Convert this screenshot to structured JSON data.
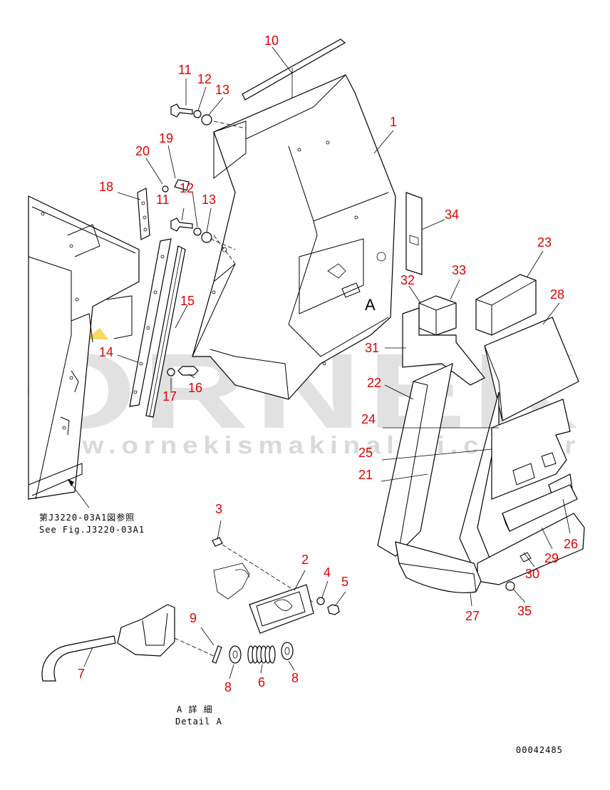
{
  "callouts": [
    {
      "id": "c10",
      "text": "10"
    },
    {
      "id": "c11a",
      "text": "11"
    },
    {
      "id": "c12a",
      "text": "12"
    },
    {
      "id": "c13a",
      "text": "13"
    },
    {
      "id": "c1",
      "text": "1"
    },
    {
      "id": "c19",
      "text": "19"
    },
    {
      "id": "c20",
      "text": "20"
    },
    {
      "id": "c18",
      "text": "18"
    },
    {
      "id": "c11b",
      "text": "11"
    },
    {
      "id": "c12b",
      "text": "12"
    },
    {
      "id": "c13b",
      "text": "13"
    },
    {
      "id": "c34",
      "text": "34"
    },
    {
      "id": "c23",
      "text": "23"
    },
    {
      "id": "c32",
      "text": "32"
    },
    {
      "id": "c33",
      "text": "33"
    },
    {
      "id": "c28",
      "text": "28"
    },
    {
      "id": "c15",
      "text": "15"
    },
    {
      "id": "c31",
      "text": "31"
    },
    {
      "id": "c14",
      "text": "14"
    },
    {
      "id": "c22",
      "text": "22"
    },
    {
      "id": "c17",
      "text": "17"
    },
    {
      "id": "c16",
      "text": "16"
    },
    {
      "id": "c24",
      "text": "24"
    },
    {
      "id": "c25",
      "text": "25"
    },
    {
      "id": "c21",
      "text": "21"
    },
    {
      "id": "c3",
      "text": "3"
    },
    {
      "id": "c2",
      "text": "2"
    },
    {
      "id": "c4",
      "text": "4"
    },
    {
      "id": "c5",
      "text": "5"
    },
    {
      "id": "c26",
      "text": "26"
    },
    {
      "id": "c29",
      "text": "29"
    },
    {
      "id": "c30",
      "text": "30"
    },
    {
      "id": "c9",
      "text": "9"
    },
    {
      "id": "c27",
      "text": "27"
    },
    {
      "id": "c35",
      "text": "35"
    },
    {
      "id": "c7",
      "text": "7"
    },
    {
      "id": "c6",
      "text": "6"
    },
    {
      "id": "c8a",
      "text": "8"
    },
    {
      "id": "c8b",
      "text": "8"
    }
  ],
  "reference_note": {
    "line1": "第J3220-03A1図参照",
    "line2": "See Fig.J3220-03A1"
  },
  "view_label": "A",
  "detail_note": {
    "line1": "A 詳 細",
    "line2": "Detail A"
  },
  "drawing_number": "00042485",
  "watermark": {
    "brand": "ORNEK",
    "url": "www.ornekismakinalari.com.tr"
  },
  "colors": {
    "callout": "#e00000",
    "watermark": "#c9c9c9",
    "watermark_accent": "#f2c200"
  }
}
